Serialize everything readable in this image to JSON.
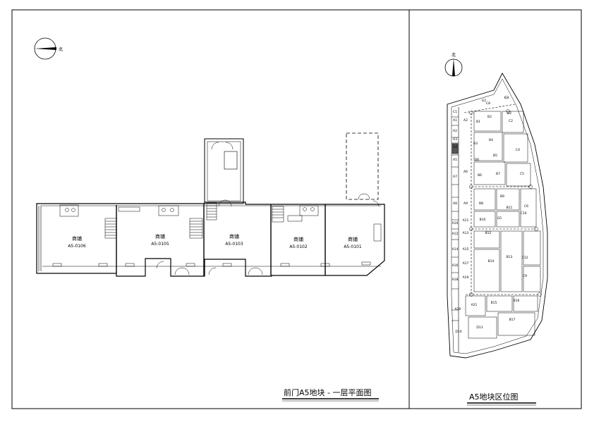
{
  "drawing": {
    "plan_title": "前门A5地块 - 一层平面图",
    "location_title": "A5地块区位图",
    "north_label": "北"
  },
  "shops": [
    {
      "name": "商铺",
      "code": "A5-0106"
    },
    {
      "name": "商铺",
      "code": "A5-0105"
    },
    {
      "name": "商铺",
      "code": "A5-0103"
    },
    {
      "name": "商铺",
      "code": "A5-0102"
    },
    {
      "name": "商铺",
      "code": "A5-0101"
    }
  ],
  "parcel_labels": {
    "west_column": [
      "C1",
      "A1",
      "A2",
      "A3",
      "A4",
      "A5",
      "A6",
      "A7",
      "A8",
      "A9",
      "A10",
      "A11",
      "A12",
      "A13",
      "A14",
      "A15",
      "A16",
      "A17",
      "A18",
      "A19",
      "A20",
      "A21",
      "D10",
      "D11"
    ],
    "inner": [
      "A2",
      "B1",
      "B2",
      "B3",
      "B4",
      "B5",
      "B6",
      "B7",
      "B8",
      "B9",
      "B10",
      "B11",
      "B12",
      "B13",
      "B14",
      "B15",
      "B16",
      "B17",
      "C2",
      "C3",
      "C4",
      "C5",
      "C6",
      "C8",
      "C9",
      "C10",
      "C12",
      "D2",
      "D6",
      "G2",
      "G3",
      "G5"
    ]
  },
  "colors": {
    "line": "#000000",
    "paper": "#ffffff"
  }
}
